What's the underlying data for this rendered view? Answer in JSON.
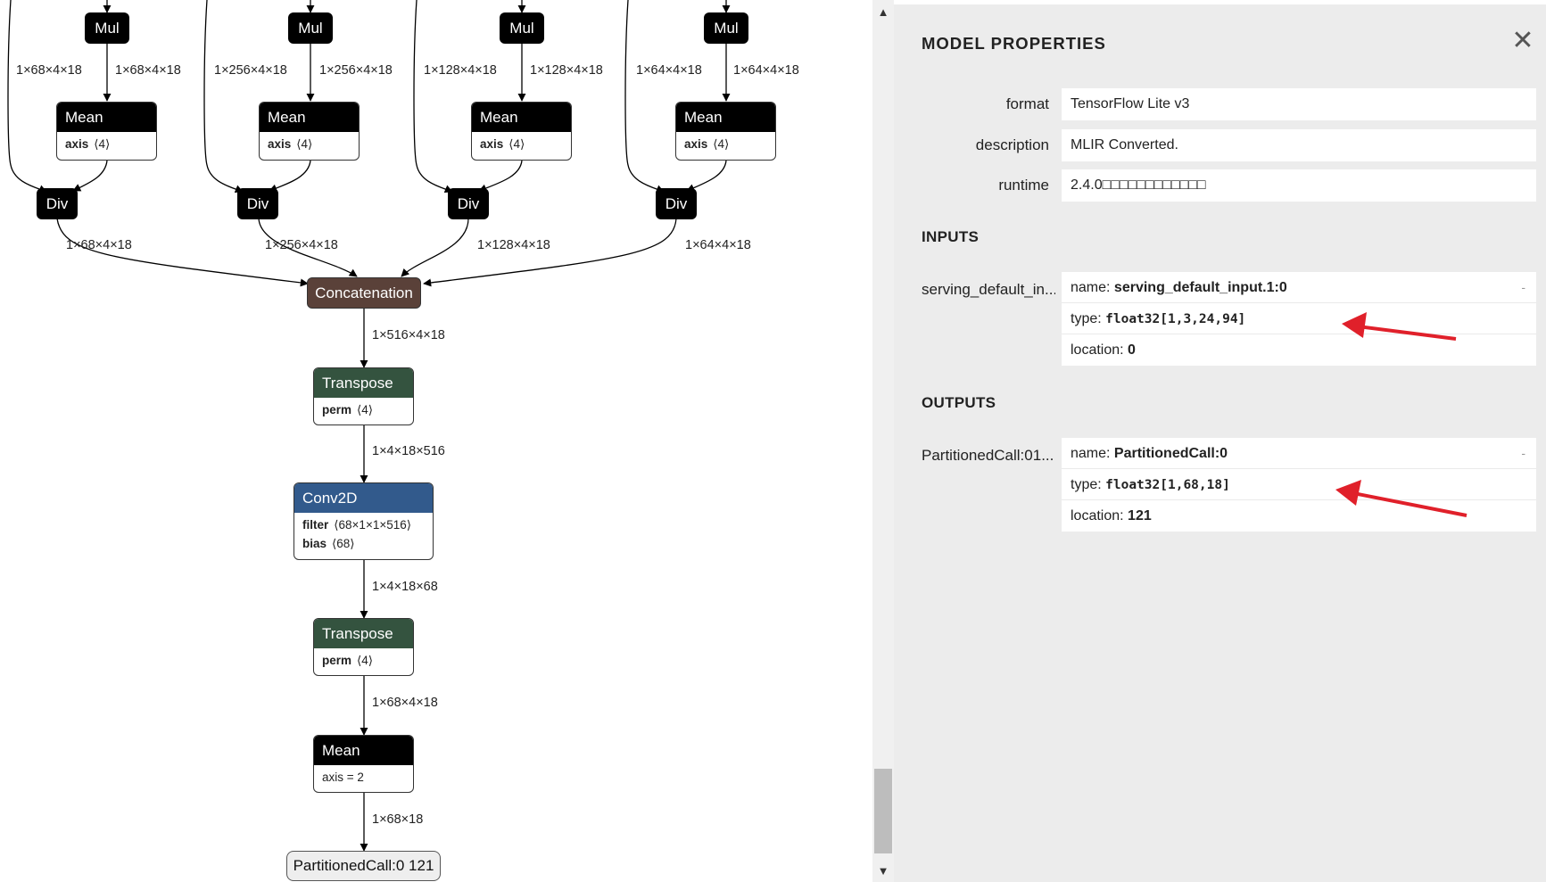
{
  "graph": {
    "muls": [
      {
        "label": "Mul",
        "in_left": "1×68×4×18",
        "in_right": "1×68×4×18"
      },
      {
        "label": "Mul",
        "in_left": "1×256×4×18",
        "in_right": "1×256×4×18"
      },
      {
        "label": "Mul",
        "in_left": "1×128×4×18",
        "in_right": "1×128×4×18"
      },
      {
        "label": "Mul",
        "in_left": "1×64×4×18",
        "in_right": "1×64×4×18"
      }
    ],
    "means": [
      {
        "label": "Mean",
        "attr_name": "axis",
        "attr_value": "⟨4⟩"
      },
      {
        "label": "Mean",
        "attr_name": "axis",
        "attr_value": "⟨4⟩"
      },
      {
        "label": "Mean",
        "attr_name": "axis",
        "attr_value": "⟨4⟩"
      },
      {
        "label": "Mean",
        "attr_name": "axis",
        "attr_value": "⟨4⟩"
      }
    ],
    "divs": [
      {
        "label": "Div",
        "out": "1×68×4×18"
      },
      {
        "label": "Div",
        "out": "1×256×4×18"
      },
      {
        "label": "Div",
        "out": "1×128×4×18"
      },
      {
        "label": "Div",
        "out": "1×64×4×18"
      }
    ],
    "concat": {
      "label": "Concatenation",
      "out": "1×516×4×18"
    },
    "transpose1": {
      "label": "Transpose",
      "attr_name": "perm",
      "attr_value": "⟨4⟩",
      "out": "1×4×18×516"
    },
    "conv": {
      "label": "Conv2D",
      "filter_name": "filter",
      "filter_value": "⟨68×1×1×516⟩",
      "bias_name": "bias",
      "bias_value": "⟨68⟩",
      "out": "1×4×18×68"
    },
    "transpose2": {
      "label": "Transpose",
      "attr_name": "perm",
      "attr_value": "⟨4⟩",
      "out": "1×68×4×18"
    },
    "mean_final": {
      "label": "Mean",
      "attr": "axis = 2",
      "out": "1×68×18"
    },
    "output": {
      "label": "PartitionedCall:0 121"
    }
  },
  "panel": {
    "title": "MODEL PROPERTIES",
    "close_glyph": "✕",
    "props": [
      {
        "name": "format",
        "value": "TensorFlow Lite v3"
      },
      {
        "name": "description",
        "value": "MLIR Converted."
      },
      {
        "name": "runtime",
        "value": "2.4.0□□□□□□□□□□□□"
      }
    ],
    "inputs_title": "INPUTS",
    "input": {
      "name": "serving_default_in...",
      "name_label": "name:",
      "name_value": "serving_default_input.1:0",
      "type_label": "type:",
      "type_value": "float32[1,3,24,94]",
      "location_label": "location:",
      "location_value": "0",
      "expand": "-"
    },
    "outputs_title": "OUTPUTS",
    "output": {
      "name": "PartitionedCall:01...",
      "name_label": "name:",
      "name_value": "PartitionedCall:0",
      "type_label": "type:",
      "type_value": "float32[1,68,18]",
      "location_label": "location:",
      "location_value": "121",
      "expand": "-"
    }
  },
  "scroll": {
    "up": "▲",
    "down": "▼"
  },
  "colors": {
    "annotation_arrow": "#e0202a",
    "concat": "#5a4139",
    "transpose": "#34533f",
    "conv": "#325a8c"
  }
}
